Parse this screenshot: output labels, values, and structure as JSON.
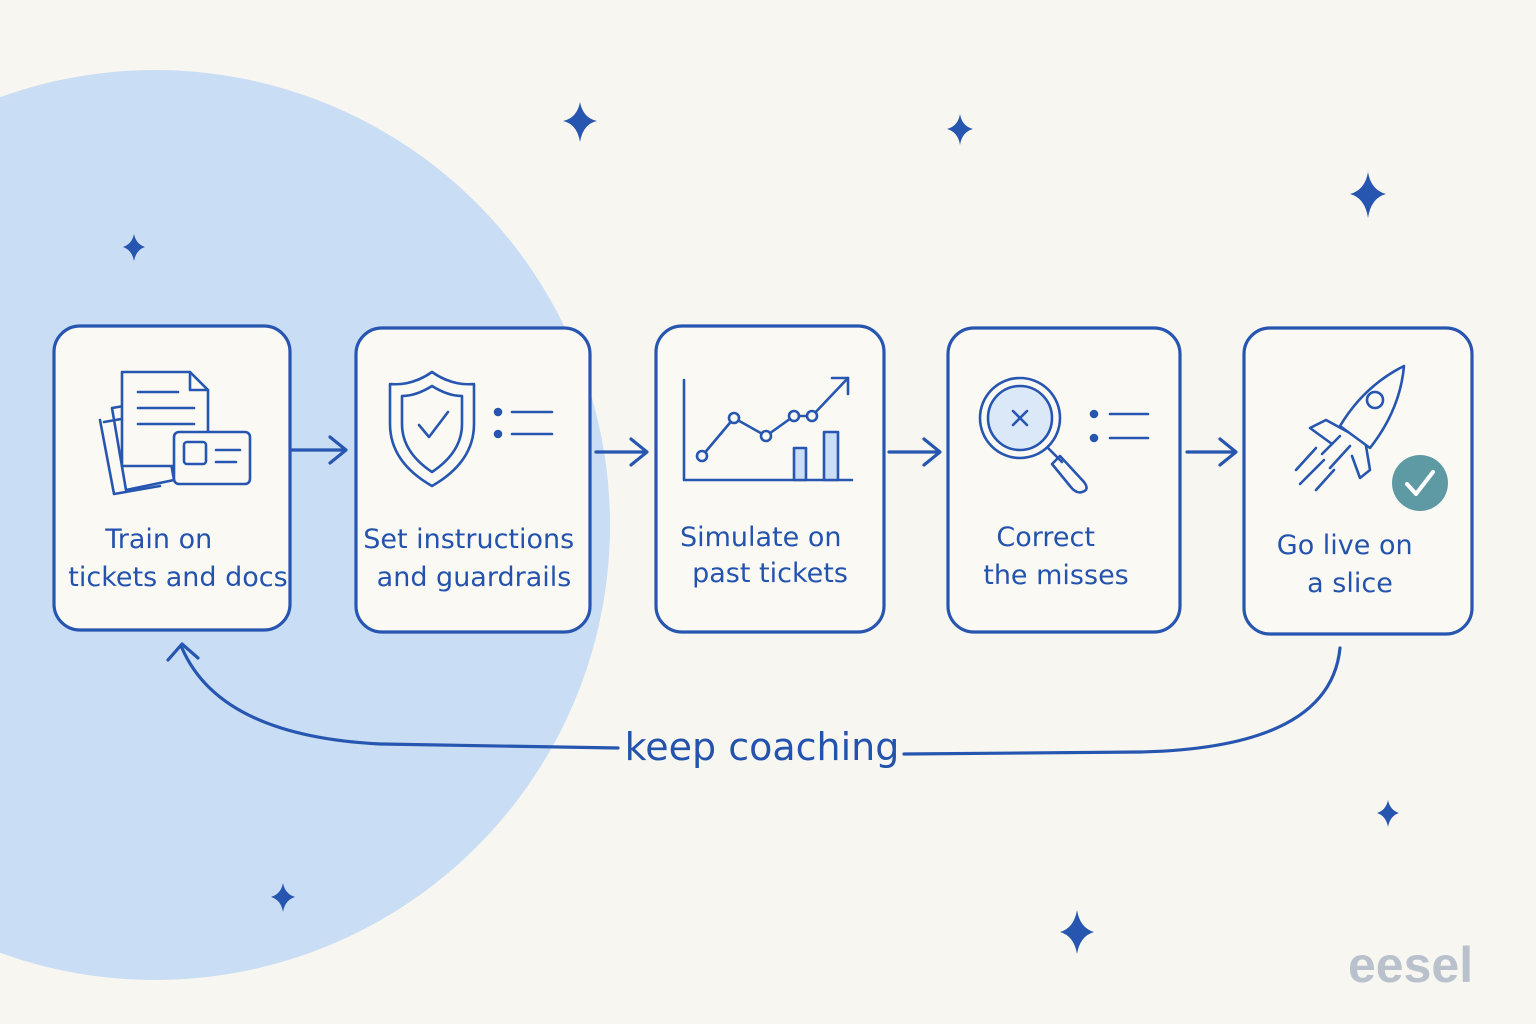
{
  "colors": {
    "background": "#f8f6f1",
    "circle": "#c9ddf5",
    "ink": "#2756b0",
    "check_badge": "#5e9aa3",
    "brand": "#b8c1cc"
  },
  "steps": [
    {
      "icon": "documents-icon",
      "lines": [
        "Train on",
        "tickets and docs"
      ]
    },
    {
      "icon": "shield-check-icon",
      "lines": [
        "Set instructions",
        "and guardrails"
      ]
    },
    {
      "icon": "line-chart-icon",
      "lines": [
        "Simulate on",
        "past tickets"
      ]
    },
    {
      "icon": "magnifier-x-icon",
      "lines": [
        "Correct",
        "the misses"
      ]
    },
    {
      "icon": "rocket-icon",
      "lines": [
        "Go live on",
        "a slice"
      ]
    }
  ],
  "loop": {
    "label": "keep coaching"
  },
  "brand": {
    "text": "eesel"
  }
}
